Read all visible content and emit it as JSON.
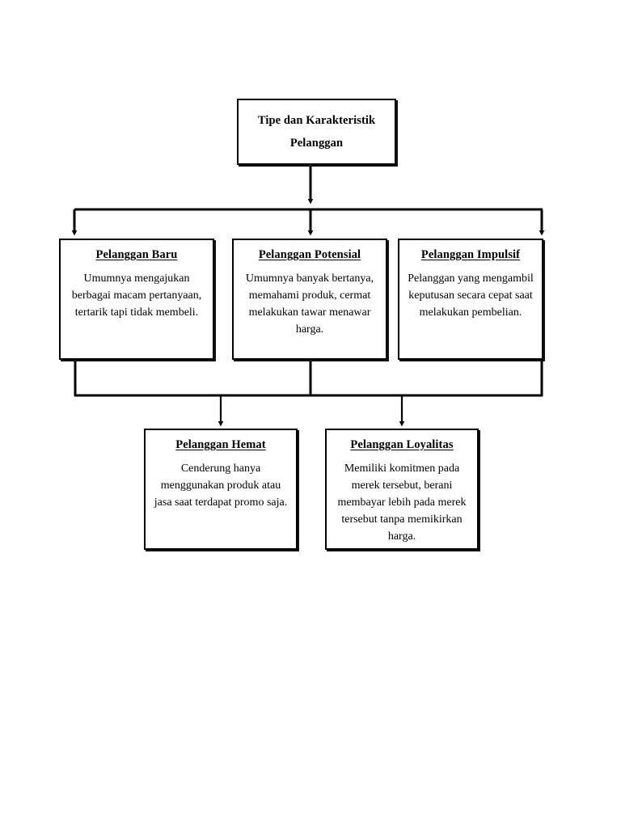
{
  "diagram": {
    "title": "Tipe dan Karakteristik Pelanggan",
    "type": "flowchart",
    "root": {
      "label_line1": "Tipe dan Karakteristik",
      "label_line2": "Pelanggan"
    },
    "level2": [
      {
        "heading": "Pelanggan Baru",
        "body": "Umumnya mengajukan berbagai macam pertanyaan, tertarik tapi tidak membeli."
      },
      {
        "heading": "Pelanggan Potensial",
        "body": "Umumnya banyak bertanya, memahami produk, cermat melakukan tawar menawar harga."
      },
      {
        "heading": "Pelanggan Impulsif",
        "body": "Pelanggan yang mengambil keputusan secara cepat saat melakukan pembelian."
      }
    ],
    "level3": [
      {
        "heading": "Pelanggan Hemat",
        "body": "Cenderung hanya menggunakan produk atau jasa saat terdapat promo saja."
      },
      {
        "heading": "Pelanggan Loyalitas",
        "body": "Memiliki komitmen pada merek tersebut, berani membayar lebih pada merek tersebut tanpa memikirkan harga."
      }
    ],
    "colors": {
      "stroke": "#000000",
      "fill": "#ffffff",
      "text": "#000000"
    }
  }
}
